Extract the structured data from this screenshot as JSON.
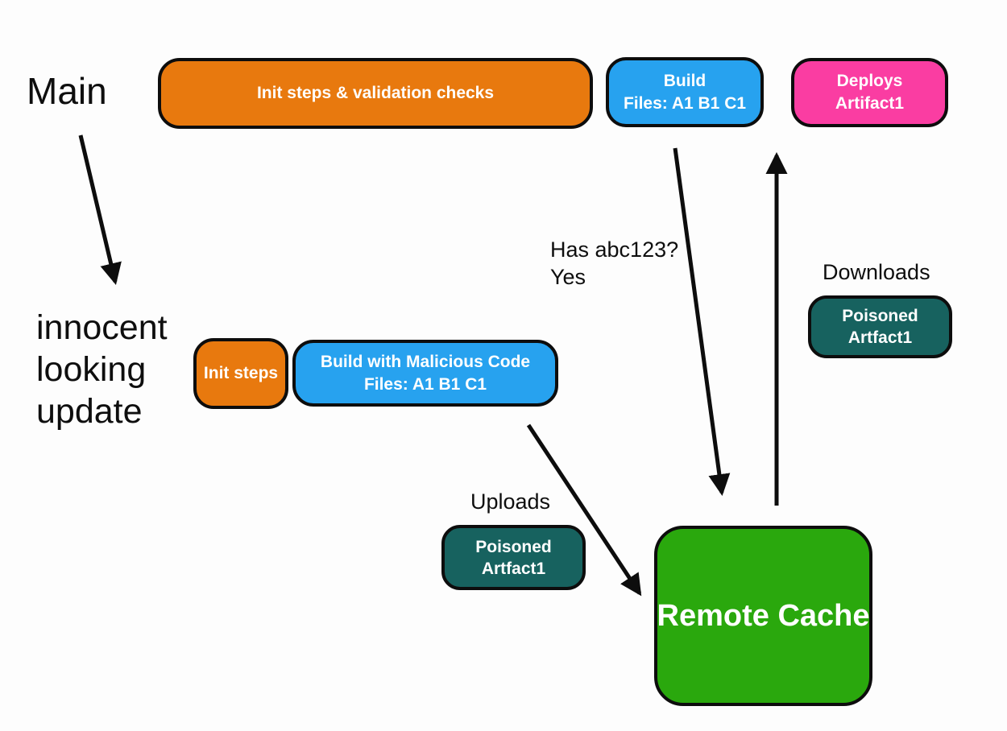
{
  "palette": {
    "orange": "#E8790E",
    "blue": "#27A2EF",
    "pink": "#FA3DA2",
    "teal": "#17625F",
    "green": "#2AA80D",
    "ink": "#0E0E0E",
    "node_text": "#FFFFFF",
    "arrow": "#0D0D0D"
  },
  "labels": {
    "main": "Main",
    "innocent_line1": "innocent",
    "innocent_line2": "looking",
    "innocent_line3": "update",
    "has_line1": "Has abc123?",
    "has_line2": "Yes",
    "downloads": "Downloads",
    "uploads": "Uploads"
  },
  "nodes": {
    "init_validation": {
      "line1": "Init steps & validation checks"
    },
    "build_main": {
      "line1": "Build",
      "line2": "Files: A1 B1 C1"
    },
    "deploys": {
      "line1": "Deploys",
      "line2": "Artifact1"
    },
    "init_steps": {
      "line1": "Init steps"
    },
    "build_malicious": {
      "line1": "Build with Malicious Code",
      "line2": "Files: A1 B1 C1"
    },
    "poisoned_download": {
      "line1": "Poisoned",
      "line2": "Artfact1"
    },
    "poisoned_upload": {
      "line1": "Poisoned",
      "line2": "Artfact1"
    },
    "remote_cache": {
      "line1": "Remote Cache"
    }
  },
  "edges": [
    {
      "name": "main-to-innocent-update",
      "from": "main",
      "to": "innocent_update"
    },
    {
      "name": "build-to-remote-cache",
      "from": "build_main",
      "to": "remote_cache",
      "label": "Has abc123? Yes"
    },
    {
      "name": "remote-cache-to-deploys",
      "from": "remote_cache",
      "to": "deploys",
      "label": "Downloads"
    },
    {
      "name": "build-malicious-to-remote-cache",
      "from": "build_malicious",
      "to": "remote_cache",
      "label": "Uploads"
    }
  ]
}
